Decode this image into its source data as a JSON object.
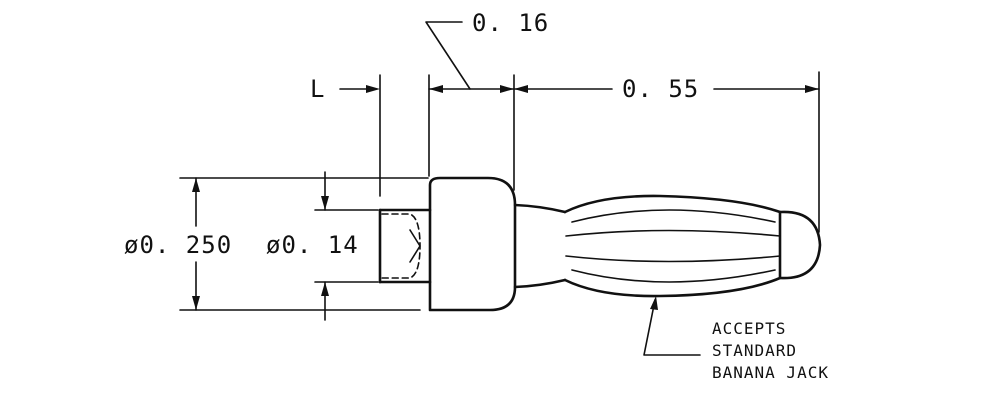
{
  "drawing": {
    "dimensions": {
      "length_label": "L",
      "collar_width": "0. 16",
      "tip_length": "0. 55",
      "collar_diameter": "ø0. 250",
      "shank_diameter": "ø0. 14"
    },
    "note": {
      "lines": [
        "ACCEPTS",
        "STANDARD",
        "BANANA JACK"
      ]
    }
  }
}
